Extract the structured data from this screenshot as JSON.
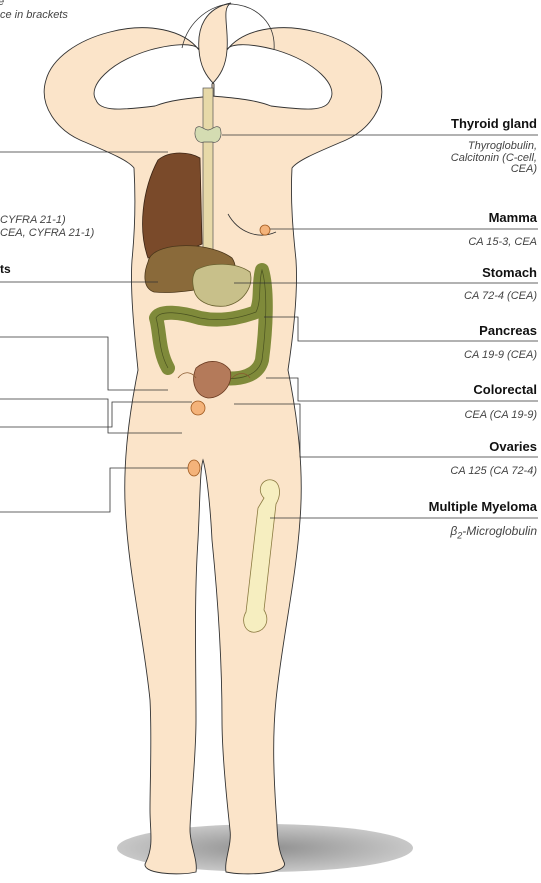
{
  "header": {
    "line1": "e",
    "line2": "ce in brackets"
  },
  "left_fragments": {
    "lung_markers_1": "CYFRA 21-1)",
    "lung_markers_2": "CEA, CYFRA 21-1)",
    "label_cut": "ts"
  },
  "organs": [
    {
      "label": "Thyroid gland",
      "markers": "Thyroglobulin,\nCalcitonin (C-cell,\nCEA)"
    },
    {
      "label": "Mamma",
      "markers": "CA 15-3, CEA"
    },
    {
      "label": "Stomach",
      "markers": "CA 72-4 (CEA)"
    },
    {
      "label": "Pancreas",
      "markers": "CA 19-9 (CEA)"
    },
    {
      "label": "Colorectal",
      "markers": "CEA (CA 19-9)"
    },
    {
      "label": "Ovaries",
      "markers": "CA 125 (CA 72-4)"
    },
    {
      "label": "Multiple Myeloma",
      "markers_prefix": "β",
      "markers_sub": "2",
      "markers_suffix": "-Microglobulin"
    }
  ],
  "colors": {
    "skin": "#fbe4c9",
    "outline": "#333333",
    "liver": "#7a4a2a",
    "stomach": "#8a6a3a",
    "pancreas": "#c8c08a",
    "colon": "#7f8a3a",
    "thyroid": "#d4dcb2",
    "uterus": "#b47a5a",
    "bone": "#f6eec0",
    "shadow": "#a9a9a9"
  }
}
